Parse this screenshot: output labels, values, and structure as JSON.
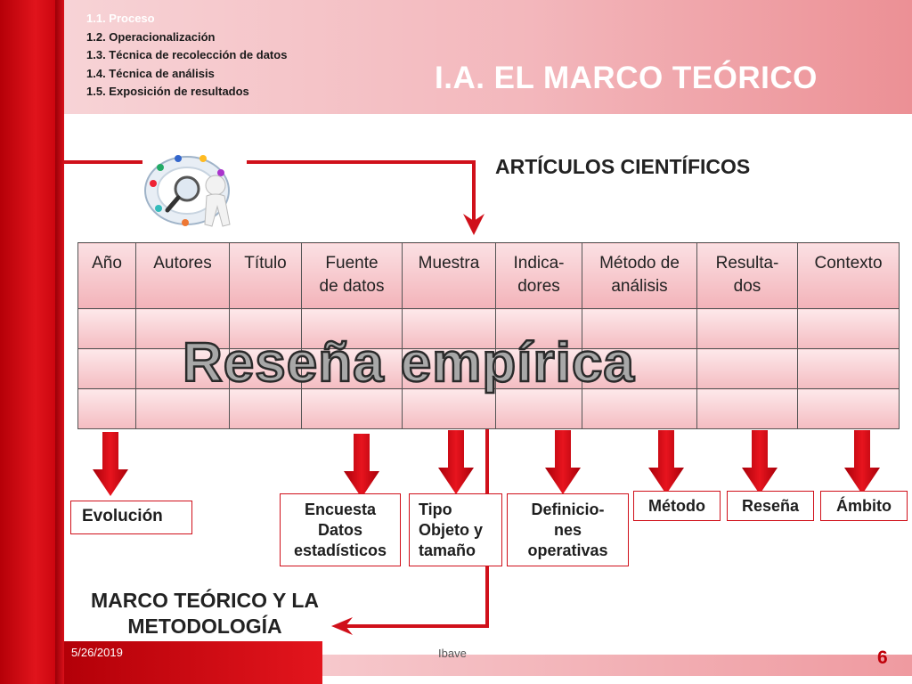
{
  "outline": {
    "items": [
      "1.1. Proceso",
      "1.2. Operacionalización",
      "1.3. Técnica de recolección de datos",
      "1.4. Técnica de análisis",
      "1.5. Exposición de resultados"
    ]
  },
  "slide_title": "I.A. EL MARCO TEÓRICO",
  "section_heading": "ARTÍCULOS CIENTÍFICOS",
  "table": {
    "headers": [
      "Año",
      "Autores",
      "Título",
      "Fuente de datos",
      "Muestra",
      "Indica-dores",
      "Método de análisis",
      "Resulta-dos",
      "Contexto"
    ],
    "header_lines": [
      [
        "Año"
      ],
      [
        "Autores"
      ],
      [
        "Título"
      ],
      [
        "Fuente",
        "de datos"
      ],
      [
        "Muestra"
      ],
      [
        "Indica-",
        "dores"
      ],
      [
        "Método de",
        "análisis"
      ],
      [
        "Resulta-",
        "dos"
      ],
      [
        "Contexto"
      ]
    ],
    "empty_rows": 3
  },
  "overlay_label": "Reseña empírica",
  "outputs": [
    {
      "lines": [
        "Evolución"
      ]
    },
    {
      "lines": [
        "Encuesta",
        "Datos",
        "estadísticos"
      ]
    },
    {
      "lines": [
        "Tipo",
        "Objeto y",
        "tamaño"
      ]
    },
    {
      "lines": [
        "Definicio-",
        "nes",
        "operativas"
      ]
    },
    {
      "lines": [
        "Método"
      ]
    },
    {
      "lines": [
        "Reseña"
      ]
    },
    {
      "lines": [
        "Ámbito"
      ]
    }
  ],
  "bottom_heading": {
    "line1": "MARCO TEÓRICO Y LA",
    "line2": "METODOLOGÍA"
  },
  "footer": {
    "date": "5/26/2019",
    "author": "Ibave",
    "slide_number": "6"
  },
  "colors": {
    "accent_red": "#d0101a",
    "dark_red": "#b50008",
    "header_pink": "#f3b7bc"
  }
}
